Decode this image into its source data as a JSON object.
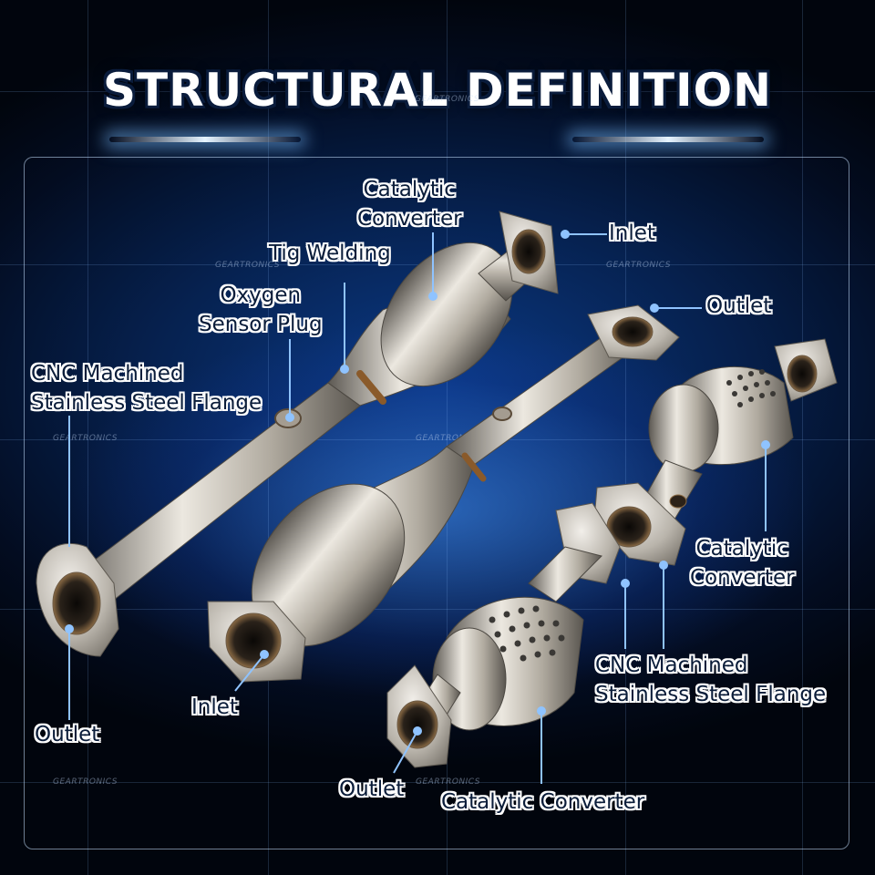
{
  "title": "STRUCTURAL DEFINITION",
  "watermark": "GEARTRONICS",
  "colors": {
    "title": "#ffffff",
    "label_text": "#0b1d3a",
    "label_outline": "#ffffff",
    "leader_line": "#8fc3ff",
    "background": "#06214f"
  },
  "labels": {
    "cat_top": [
      "Catalytic",
      "Converter"
    ],
    "inlet_top": "Inlet",
    "tig": "Tig Welding",
    "o2": [
      "Oxygen",
      "Sensor Plug"
    ],
    "outlet_top": "Outlet",
    "cnc_left": [
      "CNC Machined",
      "Stainless Steel Flange"
    ],
    "cat_right": [
      "Catalytic",
      "Converter"
    ],
    "cnc_right": [
      "CNC Machined",
      "Stainless Steel Flange"
    ],
    "inlet_mid": "Inlet",
    "outlet_left": "Outlet",
    "outlet_bottom": "Outlet",
    "cat_bottom": "Catalytic Converter"
  }
}
